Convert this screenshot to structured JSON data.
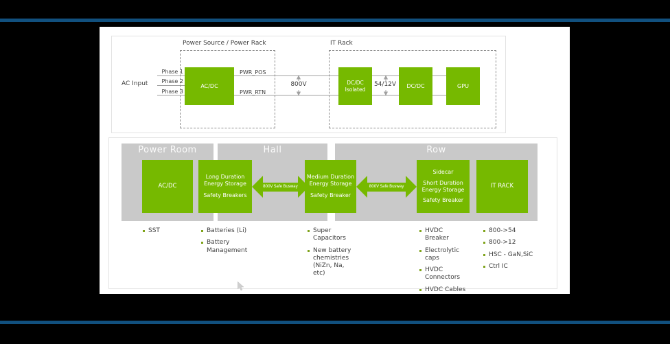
{
  "colors": {
    "nvidia_green": "#76b900",
    "divider_blue": "#11507e",
    "panel_gray": "#c9c9c9"
  },
  "top_diagram": {
    "power_rack_label": "Power Source / Power Rack",
    "it_rack_label": "IT Rack",
    "ac_input_label": "AC Input",
    "phase_labels": [
      "Phase 1",
      "Phase 2",
      "Phase 3"
    ],
    "pwr_pos_label": "PWR_POS",
    "pwr_rtn_label": "PWR_RTN",
    "bus_voltage": "800V",
    "rack_voltage": "54/12V",
    "blocks": {
      "acdc": "AC/DC",
      "dcdc_isolated_lines": [
        "DC/DC",
        "Isolated"
      ],
      "dcdc": "DC/DC",
      "gpu": "GPU"
    }
  },
  "bottom_diagram": {
    "section_headers": [
      "Power Room",
      "Hall",
      "Row"
    ],
    "busway_label": "800V Safe Busway",
    "blocks": {
      "acdc": "AC/DC",
      "hall_storage": {
        "title": "Long Duration Energy Storage",
        "sub": "Safety Breakers"
      },
      "medium_storage": {
        "title": "Medium Duration Energy Storage",
        "sub": "Safety Breaker"
      },
      "row_sidecar": {
        "lines": [
          "Sidecar",
          "Short Duration Energy Storage",
          "Safety Breaker"
        ]
      },
      "it_rack": "IT RACK"
    },
    "bullet_columns": [
      {
        "items": [
          "SST"
        ]
      },
      {
        "items": [
          "Batteries (Li)",
          "Battery Management"
        ]
      },
      {
        "items": [
          "Super Capacitors",
          "New battery chemistries (NiZn, Na, etc)"
        ]
      },
      {
        "items": [
          "HVDC Breaker",
          "Electrolytic caps",
          "HVDC Connectors",
          "HVDC Cables"
        ]
      },
      {
        "items": [
          "800->54",
          "800->12",
          "HSC - GaN,SiC",
          "Ctrl IC"
        ]
      }
    ]
  }
}
